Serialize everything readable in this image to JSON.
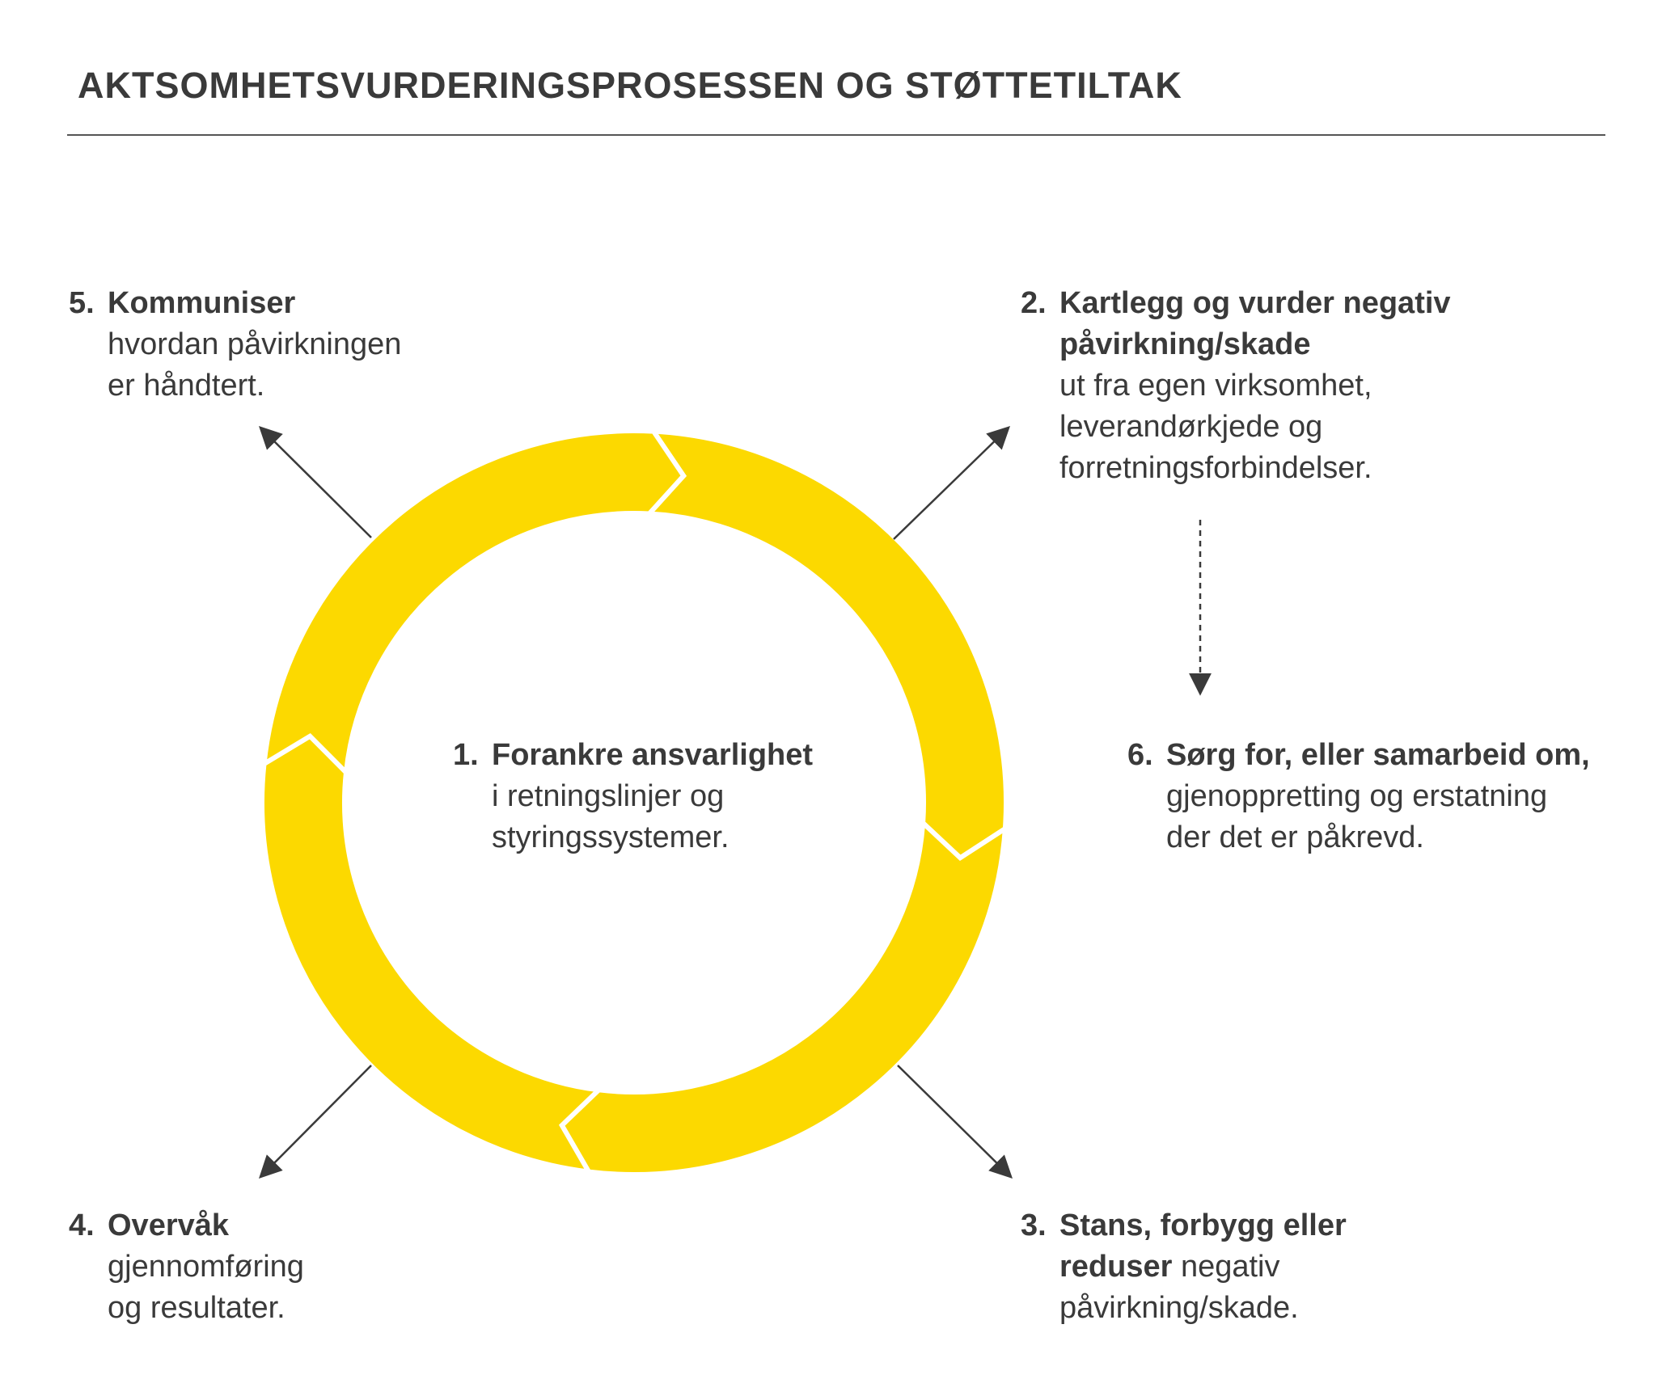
{
  "title": "AKTSOMHETSVURDERINGSPROSESSEN OG STØTTETILTAK",
  "colors": {
    "ring": "#FCD900",
    "text": "#3a3a3a",
    "arrow": "#3a3a3a",
    "rule": "#555555",
    "background": "#ffffff"
  },
  "steps": [
    {
      "num": "1.",
      "heading": "Forankre ansvarlighet",
      "body": [
        "i retningslinjer og",
        "styringssystemer."
      ]
    },
    {
      "num": "2.",
      "heading": [
        "Kartlegg og vurder negativ",
        "påvirkning/skade"
      ],
      "body": [
        "ut fra egen virksomhet,",
        "leverandørkjede og",
        "forretningsforbindelser."
      ]
    },
    {
      "num": "3.",
      "heading": "Stans, forbygg eller",
      "heading2": "reduser",
      "body_inline": " negativ",
      "body": [
        "påvirkning/skade."
      ]
    },
    {
      "num": "4.",
      "heading": "Overvåk",
      "body": [
        "gjennomføring",
        "og resultater."
      ]
    },
    {
      "num": "5.",
      "heading": "Kommuniser",
      "body": [
        "hvordan påvirkningen",
        "er håndtert."
      ]
    },
    {
      "num": "6.",
      "heading": "Sørg for, eller samarbeid om,",
      "body": [
        "gjenoppretting og erstatning",
        "der det er påkrevd."
      ]
    }
  ]
}
